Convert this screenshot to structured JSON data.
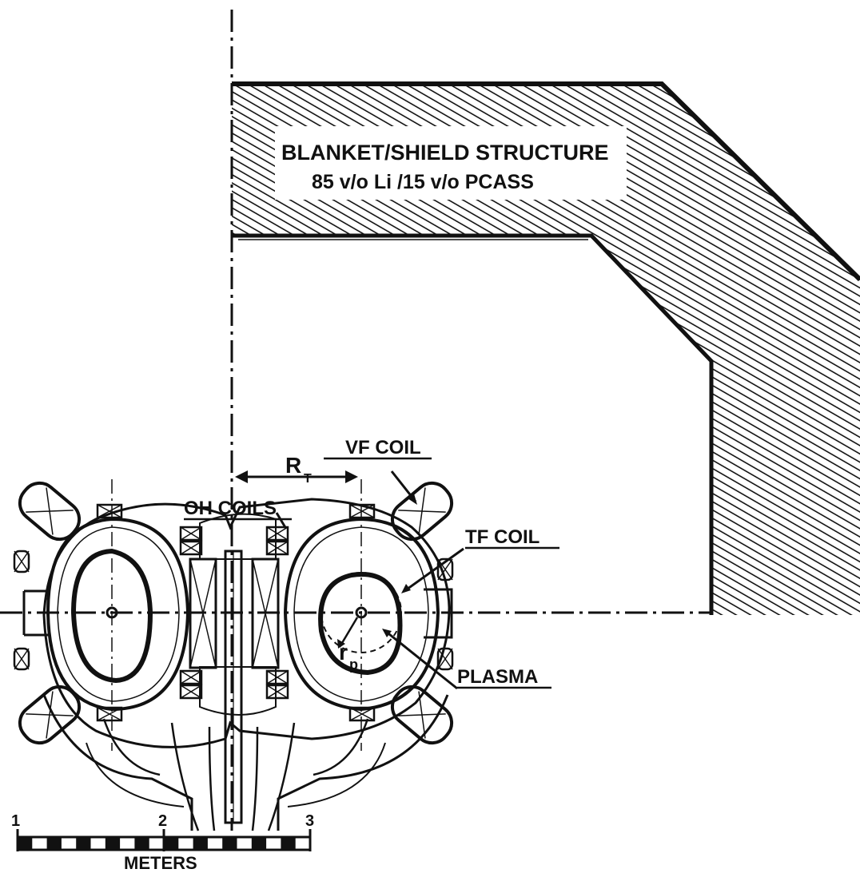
{
  "figure": {
    "labels": {
      "blanket_line1": "BLANKET/SHIELD STRUCTURE",
      "blanket_line2": "85 v/o Li /15 v/o PCASS",
      "vf_coil": "VF COIL",
      "oh_coils": "OH COILS",
      "tf_coil": "TF COIL",
      "plasma": "PLASMA",
      "major_radius": "R",
      "major_radius_sub": "T",
      "minor_radius": "r",
      "minor_radius_sub": "p"
    },
    "scale_bar": {
      "ticks": [
        "1",
        "2",
        "3"
      ],
      "unit": "METERS"
    }
  },
  "colors": {
    "ink": "#111111",
    "background": "#ffffff"
  }
}
